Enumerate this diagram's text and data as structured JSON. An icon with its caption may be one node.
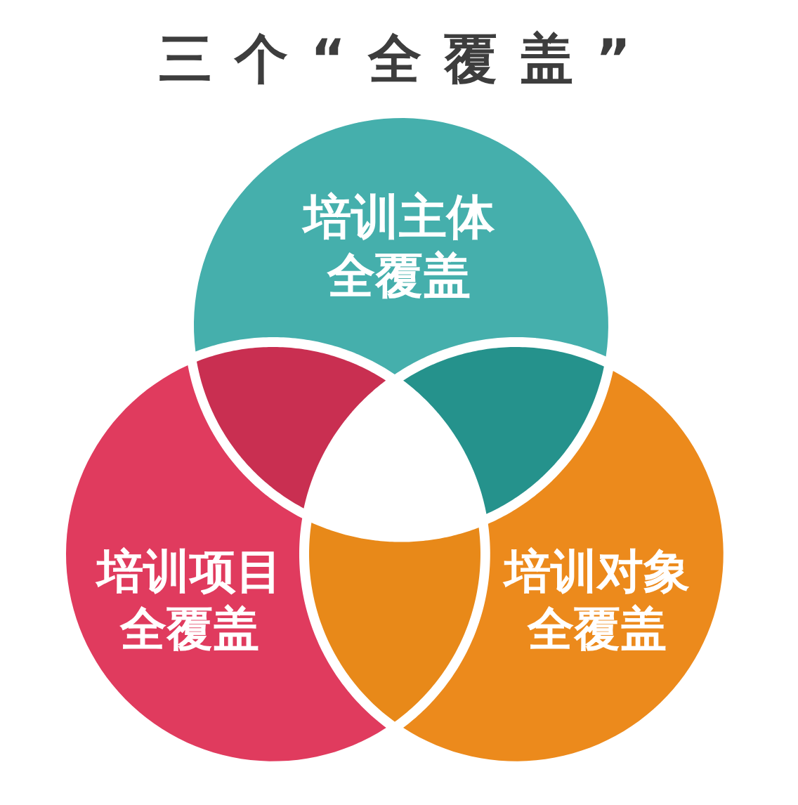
{
  "diagram": {
    "title": "三个“全覆盖”",
    "nodes": [
      {
        "text": [
          "培训主体全覆盖"
        ]
      },
      {
        "text": [
          "培训项目全覆盖"
        ]
      },
      {
        "text": [
          "培训对象全覆盖"
        ]
      },
      {
        "text": [],
        "shape": "lens"
      },
      {
        "text": [],
        "shape": "lens"
      },
      {
        "text": [],
        "shape": "lens"
      }
    ]
  }
}
